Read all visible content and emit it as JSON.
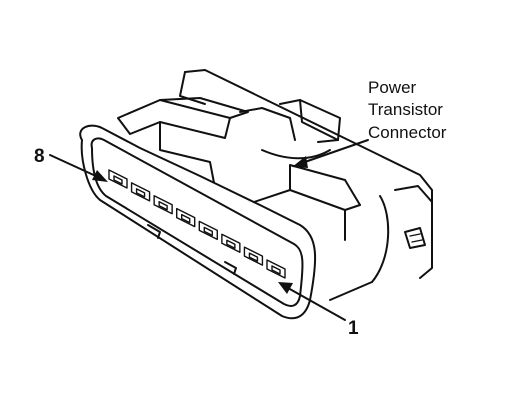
{
  "callout": {
    "lines": [
      "Power",
      "Transistor",
      "Connector"
    ]
  },
  "pins": {
    "first": "1",
    "last": "8"
  },
  "cavity_count": 8
}
